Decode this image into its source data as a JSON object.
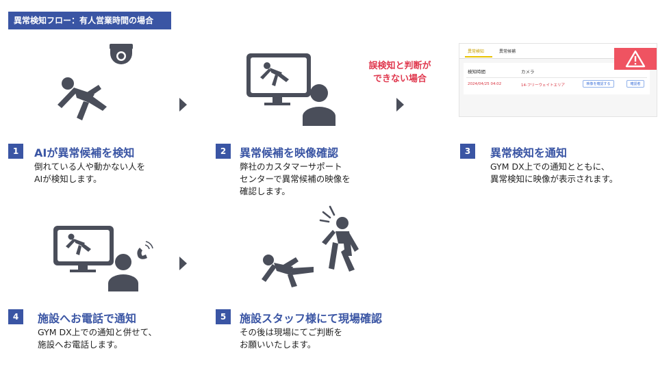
{
  "banner": {
    "title": "異常検知フロー：有人営業時間の場合"
  },
  "warning": {
    "line1": "誤検知と判断が",
    "line2": "できない場合"
  },
  "mini_ui": {
    "tabs": [
      "異常検知",
      "異常候補"
    ],
    "headers": [
      "検知時間",
      "カメラ"
    ],
    "row": {
      "time": "2024/04/25  04:02",
      "camera": "14-フリーウェイトエリア",
      "btn1": "映像を確認する",
      "btn2": "確認者"
    },
    "accent": "#ef5361"
  },
  "steps": [
    {
      "num": "1",
      "title": "AIが異常候補を検知",
      "lines": [
        "倒れている人や動かない人を",
        "AIが検知します。"
      ]
    },
    {
      "num": "2",
      "title": "異常候補を映像確認",
      "lines": [
        "弊社のカスタマーサポート",
        "センターで異常候補の映像を",
        "確認します。"
      ]
    },
    {
      "num": "3",
      "title": "異常検知を通知",
      "lines": [
        "GYM DX上での通知とともに、",
        "異常検知に映像が表示されます。"
      ]
    },
    {
      "num": "4",
      "title": "施設へお電話で通知",
      "lines": [
        "GYM DX上での通知と併せて、",
        "施設へお電話します。"
      ]
    },
    {
      "num": "5",
      "title": "施設スタッフ様にて現場確認",
      "lines": [
        "その後は現場にてご判断を",
        "お願いいたします。"
      ]
    }
  ],
  "colors": {
    "primary": "#3a55a4",
    "icon": "#4a4e5a",
    "warning": "#e0394f"
  }
}
